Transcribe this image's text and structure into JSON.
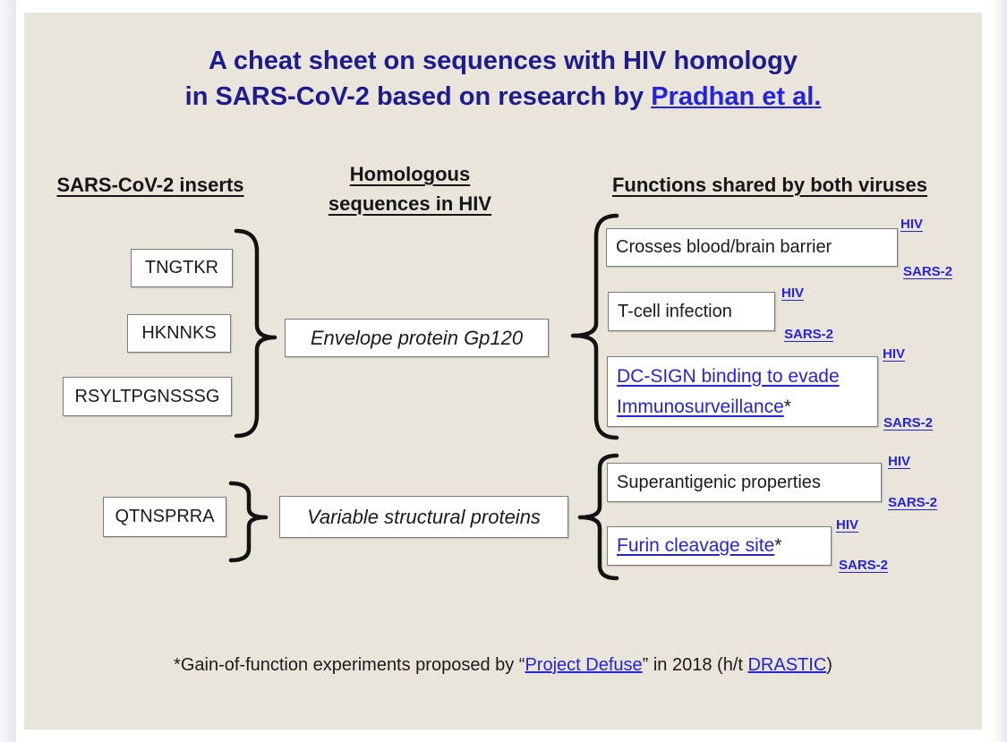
{
  "colors": {
    "card_background": "#eae5da",
    "title_navy": "#1c1c90",
    "link_blue": "#2424e0",
    "text_black": "#1b1b1b",
    "box_border_gray": "#7b7b7b"
  },
  "title": {
    "line1": "A cheat sheet on sequences with HIV homology",
    "line2_prefix": "in SARS-CoV-2 based on research by ",
    "line2_link": "Pradhan et al."
  },
  "headers": {
    "col1": "SARS-CoV-2 inserts",
    "col2_line1": "Homologous",
    "col2_line2": "sequences in HIV",
    "col3": "Functions shared by both viruses"
  },
  "tags": {
    "hiv": "HIV",
    "sars": "SARS-2"
  },
  "group1": {
    "inserts": [
      "TNGTKR",
      "HKNNKS",
      "RSYLTPGNSSSG"
    ],
    "hiv_sequence": "Envelope protein Gp120",
    "function1": "Crosses blood/brain barrier",
    "function2": "T-cell infection",
    "function3_link_line1": "DC-SIGN binding to evade",
    "function3_link_line2": "Immunosurveillance",
    "function3_asterisk": "*"
  },
  "group2": {
    "insert": "QTNSPRRA",
    "hiv_sequence": "Variable structural proteins",
    "function1": "Superantigenic properties",
    "function2_link": "Furin cleavage site",
    "function2_asterisk": "*"
  },
  "footnote": {
    "prefix": "*Gain-of-function experiments proposed by “",
    "link1": "Project Defuse",
    "middle": "” in 2018 (h/t ",
    "link2": "DRASTIC",
    "suffix": ")"
  }
}
